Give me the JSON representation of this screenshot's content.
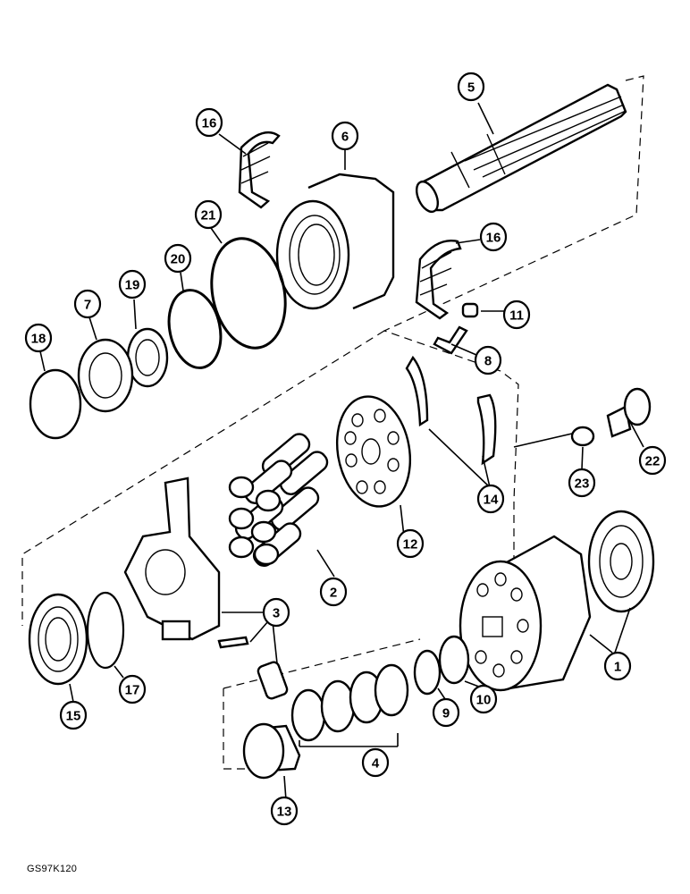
{
  "figure": {
    "reference_code": "GS97K120",
    "callouts": [
      {
        "id": "1",
        "label": "1"
      },
      {
        "id": "2",
        "label": "2"
      },
      {
        "id": "3",
        "label": "3"
      },
      {
        "id": "4",
        "label": "4"
      },
      {
        "id": "5",
        "label": "5"
      },
      {
        "id": "6",
        "label": "6"
      },
      {
        "id": "7",
        "label": "7"
      },
      {
        "id": "8",
        "label": "8"
      },
      {
        "id": "9",
        "label": "9"
      },
      {
        "id": "10",
        "label": "10"
      },
      {
        "id": "11",
        "label": "11"
      },
      {
        "id": "12",
        "label": "12"
      },
      {
        "id": "13",
        "label": "13"
      },
      {
        "id": "14",
        "label": "14"
      },
      {
        "id": "15",
        "label": "15"
      },
      {
        "id": "16a",
        "label": "16"
      },
      {
        "id": "16b",
        "label": "16"
      },
      {
        "id": "17",
        "label": "17"
      },
      {
        "id": "18",
        "label": "18"
      },
      {
        "id": "19",
        "label": "19"
      },
      {
        "id": "20",
        "label": "20"
      },
      {
        "id": "21",
        "label": "21"
      },
      {
        "id": "22",
        "label": "22"
      },
      {
        "id": "23",
        "label": "23"
      }
    ]
  }
}
